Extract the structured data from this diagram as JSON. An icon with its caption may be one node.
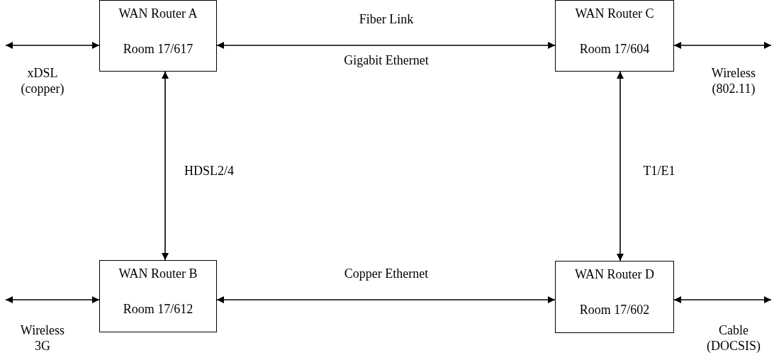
{
  "diagram": {
    "nodes": [
      {
        "text": [
          "WAN Router A",
          "Room 17/617"
        ]
      },
      {
        "text": [
          "WAN Router C",
          "Room 17/604"
        ]
      },
      {
        "text": [
          "WAN Router B",
          "Room 17/612"
        ]
      },
      {
        "text": [
          "WAN Router D",
          "Room 17/602"
        ]
      }
    ],
    "edges": [
      {
        "from": 0,
        "to": 1,
        "arrow": "both",
        "label": "Fiber Link"
      },
      {
        "from": 0,
        "to": 2,
        "arrow": "both",
        "label": "HDSL2/4"
      },
      {
        "from": 1,
        "to": 3,
        "arrow": "both",
        "label": "T1/E1"
      },
      {
        "from": 2,
        "to": 3,
        "arrow": "both",
        "label": "Copper Ethernet"
      },
      {
        "from": null,
        "to": 0,
        "arrow": "both",
        "label": "xDSL (copper)"
      },
      {
        "from": 1,
        "to": null,
        "arrow": "both",
        "label": "Wireless (802.11)"
      },
      {
        "from": null,
        "to": 2,
        "arrow": "both",
        "label": "Wireless 3G"
      },
      {
        "from": 3,
        "to": null,
        "arrow": "both",
        "label": "Cable (DOCSIS)"
      }
    ],
    "labels": [
      "Gigabit Ethernet"
    ]
  }
}
